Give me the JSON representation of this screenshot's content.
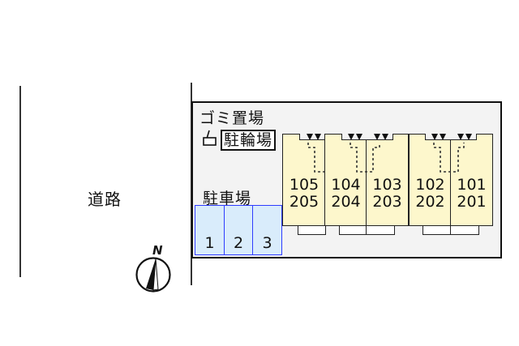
{
  "road": {
    "label": "道路"
  },
  "site": {
    "garbage_label": "ゴミ置場",
    "bicycle_label": "駐輪場",
    "parking_label": "駐車場",
    "parking_spaces": [
      "1",
      "2",
      "3"
    ]
  },
  "building": {
    "units": [
      {
        "lower": "105",
        "upper": "205"
      },
      {
        "lower": "104",
        "upper": "204"
      },
      {
        "lower": "103",
        "upper": "203"
      },
      {
        "lower": "102",
        "upper": "202"
      },
      {
        "lower": "101",
        "upper": "201"
      }
    ]
  },
  "compass": {
    "label": "N"
  },
  "colors": {
    "unit_fill": "#fdf7cc",
    "parking_fill": "#d9ecfb",
    "parking_border": "#2e3cff",
    "site_fill": "#f3f3f3"
  }
}
